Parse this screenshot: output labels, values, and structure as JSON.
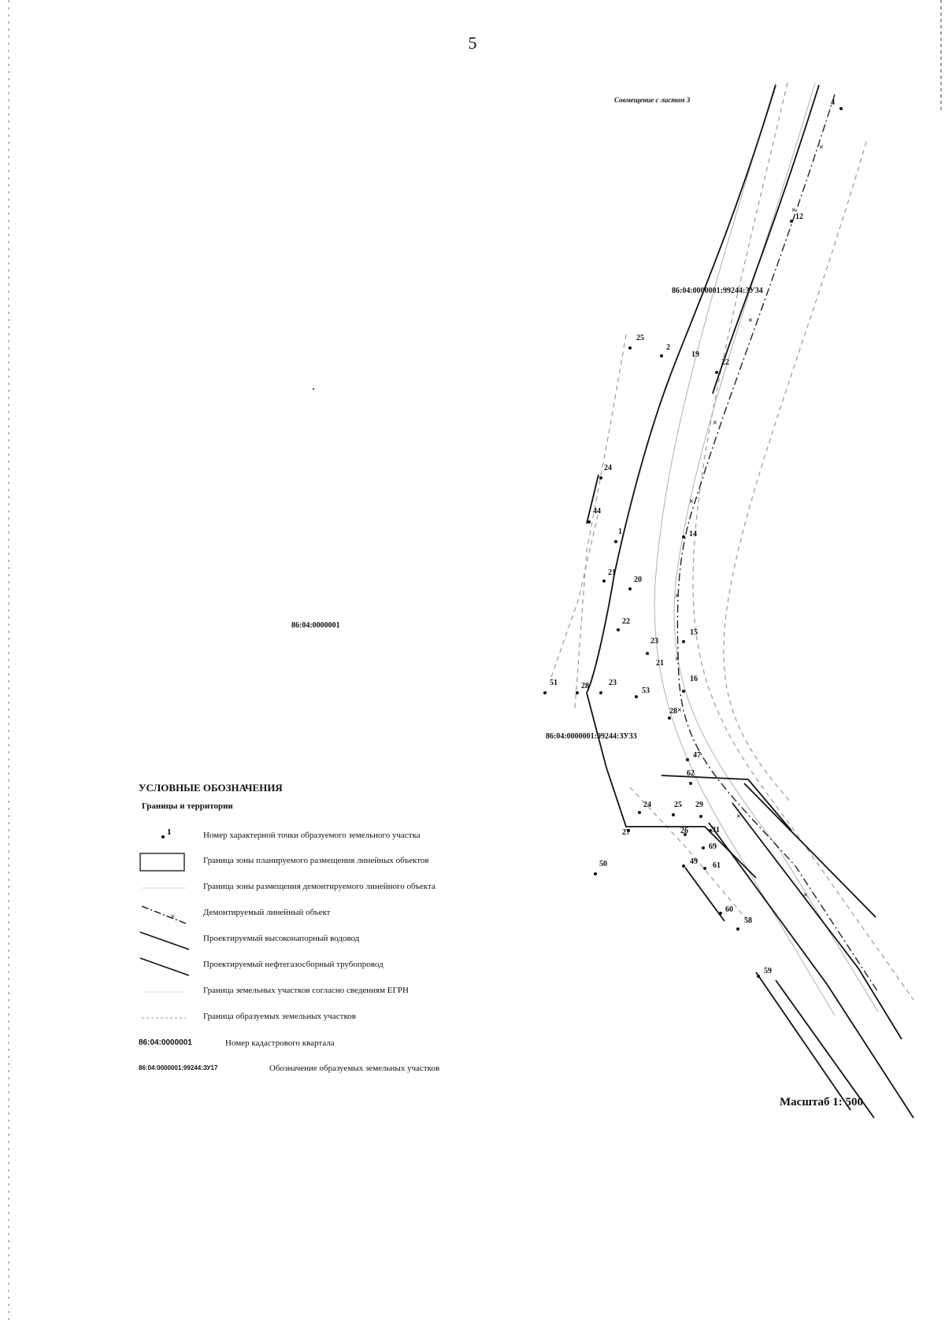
{
  "page_number": "5",
  "map": {
    "match_note": "Совмещение с листом 3",
    "cadastral_quarter": "86:04:0000001",
    "parcels": [
      {
        "id": "zu34",
        "label": "86:04:0000001:99244:ЗУ34"
      },
      {
        "id": "zu33",
        "label": "86:04:0000001:99244:ЗУ33"
      }
    ],
    "points": [
      {
        "n": "4"
      },
      {
        "n": "12"
      },
      {
        "n": "25"
      },
      {
        "n": "2"
      },
      {
        "n": "19"
      },
      {
        "n": "22"
      },
      {
        "n": "24"
      },
      {
        "n": "44"
      },
      {
        "n": "1"
      },
      {
        "n": "14"
      },
      {
        "n": "21"
      },
      {
        "n": "20"
      },
      {
        "n": "22"
      },
      {
        "n": "23"
      },
      {
        "n": "15"
      },
      {
        "n": "21"
      },
      {
        "n": "16"
      },
      {
        "n": "51"
      },
      {
        "n": "28"
      },
      {
        "n": "23"
      },
      {
        "n": "53"
      },
      {
        "n": "28"
      },
      {
        "n": "47"
      },
      {
        "n": "62"
      },
      {
        "n": "24"
      },
      {
        "n": "25"
      },
      {
        "n": "29"
      },
      {
        "n": "27"
      },
      {
        "n": "26"
      },
      {
        "n": "31"
      },
      {
        "n": "69"
      },
      {
        "n": "49"
      },
      {
        "n": "61"
      },
      {
        "n": "50"
      },
      {
        "n": "60"
      },
      {
        "n": "58"
      },
      {
        "n": "59"
      }
    ]
  },
  "legend": {
    "title": "УСЛОВНЫЕ ОБОЗНАЧЕНИЯ",
    "subtitle": "Границы и территории",
    "point_symbol_number": "1",
    "items": [
      {
        "text": "Номер характерной точки образуемого земельного участка"
      },
      {
        "text": "Граница зоны планируемого размещения линейных объектов"
      },
      {
        "text": "Граница зоны размещения демонтируемого линейного объекта"
      },
      {
        "text": "Демонтируемый линейный объект"
      },
      {
        "text": "Проектируемый высоконапорный водовод"
      },
      {
        "text": "Проектируемый нефтегазосборный трубопровод"
      },
      {
        "text": "Граница земельных участков согласно сведениям ЕГРН"
      },
      {
        "text": "Граница образуемых земельных участков"
      },
      {
        "code": "86:04:0000001",
        "text": "Номер кадастрового квартала"
      },
      {
        "code": "86:04:0000001:99244:ЗУ17",
        "text": "Обозначение образуемых земельных участков"
      }
    ]
  },
  "scale": "Масштаб 1: 500",
  "colors": {
    "ink": "#111111",
    "faint": "#9a9a9a"
  }
}
